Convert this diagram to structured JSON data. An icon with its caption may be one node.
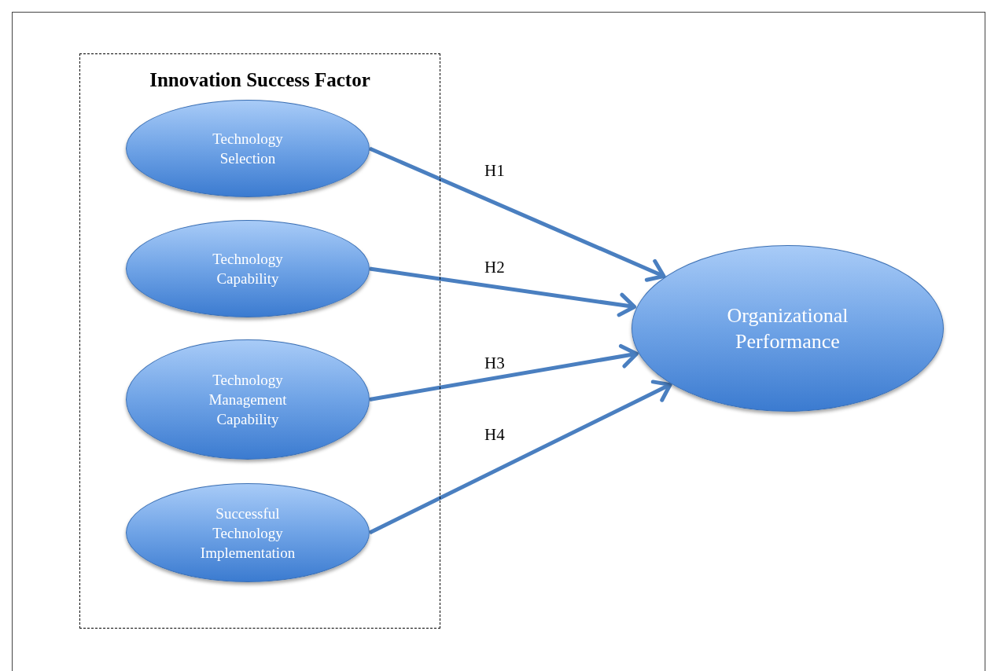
{
  "diagram": {
    "nodes": [
      {
        "text": [
          "Innovation Success Factor"
        ]
      },
      {
        "text": [
          "Technology Selection"
        ],
        "in": 0
      },
      {
        "text": [
          "Technology Capability"
        ],
        "in": 0
      },
      {
        "text": [
          "Technology Management Capability"
        ],
        "in": 0
      },
      {
        "text": [
          "Successful Technology Implementation"
        ],
        "in": 0
      },
      {
        "text": [
          "Organizational Performance"
        ]
      }
    ],
    "edges": [
      {
        "from": 1,
        "to": 5,
        "arrow": "to",
        "label": "H1"
      },
      {
        "from": 2,
        "to": 5,
        "arrow": "to",
        "label": "H2"
      },
      {
        "from": 3,
        "to": 5,
        "arrow": "to",
        "label": "H3"
      },
      {
        "from": 4,
        "to": 5,
        "arrow": "to",
        "label": "H4"
      }
    ]
  }
}
